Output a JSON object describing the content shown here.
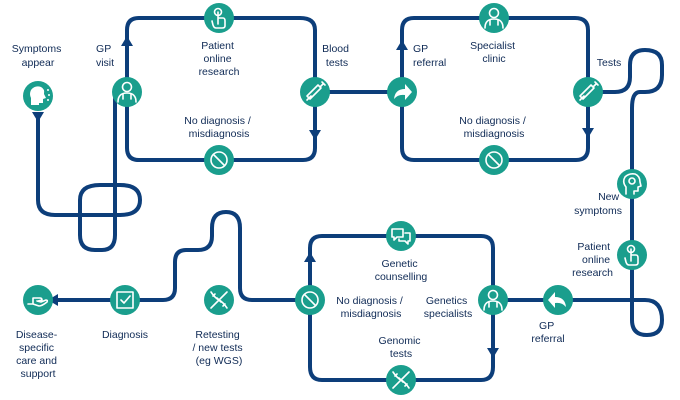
{
  "colors": {
    "path": "#0d3e7a",
    "icon": "#1a9e8d",
    "text": "#0f2a55"
  },
  "steps": {
    "symptoms_appear": [
      "Symptoms",
      "appear"
    ],
    "gp_visit": [
      "GP",
      "visit"
    ],
    "patient_online_research_1": [
      "Patient",
      "online",
      "research"
    ],
    "no_diagnosis_1": [
      "No diagnosis /",
      "misdiagnosis"
    ],
    "blood_tests": [
      "Blood",
      "tests"
    ],
    "gp_referral_1": [
      "GP",
      "referral"
    ],
    "specialist_clinic": [
      "Specialist",
      "clinic"
    ],
    "no_diagnosis_2": [
      "No diagnosis /",
      "misdiagnosis"
    ],
    "tests": [
      "Tests"
    ],
    "new_symptoms": [
      "New",
      "symptoms"
    ],
    "patient_online_research_2": [
      "Patient",
      "online",
      "research"
    ],
    "gp_referral_2": [
      "GP",
      "referral"
    ],
    "genetics_specialists": [
      "Genetics",
      "specialists"
    ],
    "genetic_counselling": [
      "Genetic",
      "counselling"
    ],
    "no_diagnosis_3": [
      "No diagnosis /",
      "misdiagnosis"
    ],
    "genomic_tests": [
      "Genomic",
      "tests"
    ],
    "retesting": [
      "Retesting",
      "/ new tests",
      "(eg WGS)"
    ],
    "diagnosis": [
      "Diagnosis"
    ],
    "disease_specific_care": [
      "Disease-",
      "specific",
      "care and",
      "support"
    ]
  },
  "icons": {
    "symptoms_appear": "head-sick-icon",
    "gp_visit": "doctor-icon",
    "patient_online_research_1": "touch-hand-icon",
    "no_diagnosis_1": "no-entry-icon",
    "blood_tests": "syringe-icon",
    "gp_referral_1": "forward-arrow-icon",
    "specialist_clinic": "doctor-icon",
    "no_diagnosis_2": "no-entry-icon",
    "tests": "syringe-icon",
    "new_symptoms": "brain-head-icon",
    "patient_online_research_2": "touch-hand-icon",
    "gp_referral_2": "back-arrow-icon",
    "genetics_specialists": "doctor-icon",
    "genetic_counselling": "chat-bubbles-icon",
    "no_diagnosis_3": "no-entry-icon",
    "genomic_tests": "dna-icon",
    "retesting": "dna-icon",
    "diagnosis": "checkbox-icon",
    "disease_specific_care": "care-hand-icon"
  }
}
